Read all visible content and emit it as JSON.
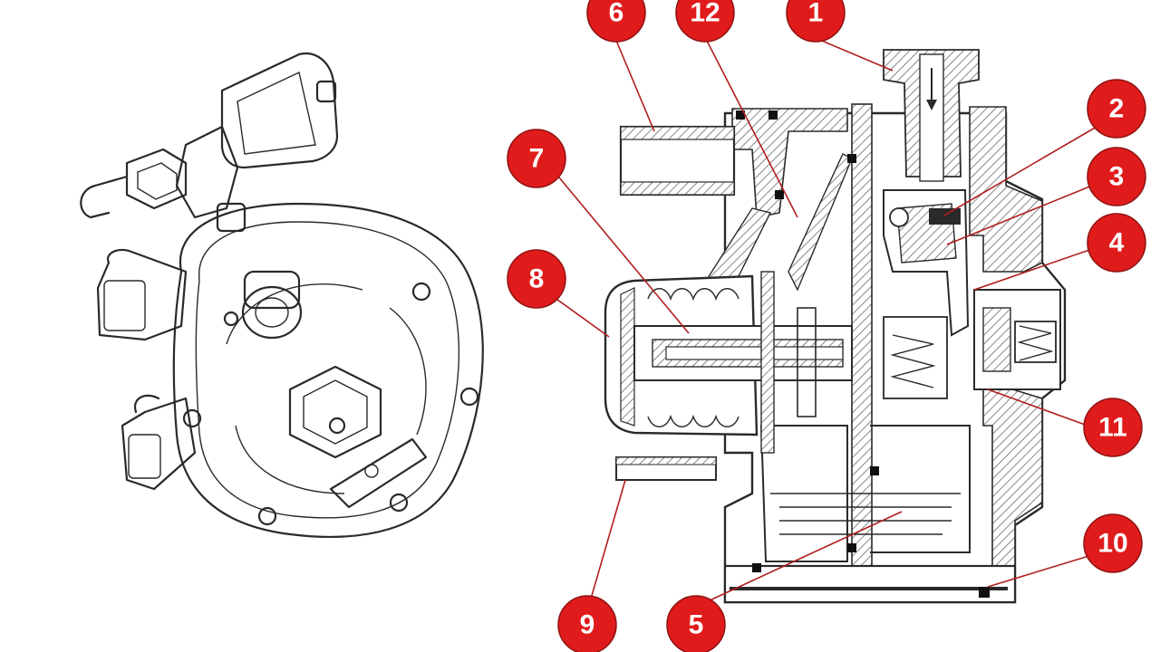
{
  "colors": {
    "badge_fill": "#e01b1b",
    "badge_stroke": "#8e1212",
    "leader": "#b01e1e",
    "ink": "#2a2a2a",
    "hatch": "#6a6a6a"
  },
  "callouts": [
    {
      "id": "1",
      "label": "1"
    },
    {
      "id": "2",
      "label": "2"
    },
    {
      "id": "3",
      "label": "3"
    },
    {
      "id": "4",
      "label": "4"
    },
    {
      "id": "5",
      "label": "5"
    },
    {
      "id": "6",
      "label": "6"
    },
    {
      "id": "7",
      "label": "7"
    },
    {
      "id": "8",
      "label": "8"
    },
    {
      "id": "9",
      "label": "9"
    },
    {
      "id": "10",
      "label": "10"
    },
    {
      "id": "11",
      "label": "11"
    },
    {
      "id": "12",
      "label": "12"
    }
  ]
}
